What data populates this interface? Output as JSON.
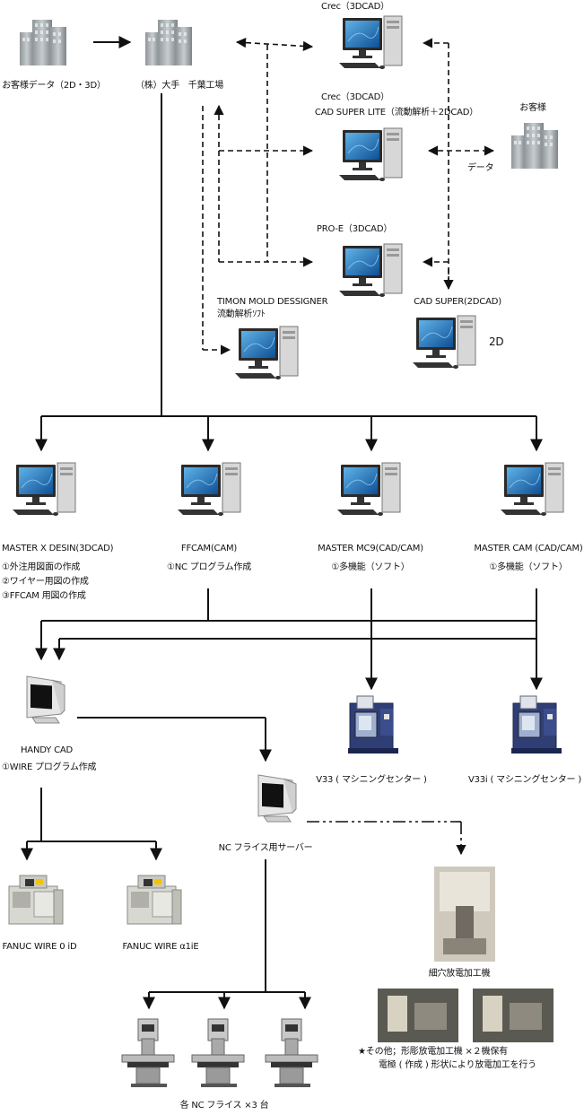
{
  "labels": {
    "customer_data": "お客様データ（2D・3D）",
    "company": "（株）大手　千葉工場",
    "crec_3dcad": "Crec（3DCAD）",
    "crec_3dcad_2": "Crec（3DCAD）",
    "cad_super_lite": "CAD SUPER LITE（流動解析＋2DCAD）",
    "customer": "お客様",
    "data": "データ",
    "pro_e": "PRO-E（3DCAD）",
    "timon": "TIMON MOLD DESSIGNER",
    "timon_sub": "流動解析ｿﾌﾄ",
    "cad_super_2d": "CAD SUPER(2DCAD)",
    "label_2d": "2D",
    "master_x": "MASTER X DESIN(3DCAD)",
    "master_x_1": "①外注用図面の作成",
    "master_x_2": "②ワイヤー用図の作成",
    "master_x_3": "③FFCAM 用図の作成",
    "ffcam": "FFCAM(CAM)",
    "ffcam_1": "①NC プログラム作成",
    "mc9": "MASTER MC9(CAD/CAM)",
    "mc9_1": "①多機能（ソフト）",
    "mastercam": "MASTER CAM (CAD/CAM)",
    "mastercam_1": "①多機能（ソフト）",
    "handy": "HANDY CAD",
    "handy_1": "①WIRE プログラム作成",
    "v33": "V33 ( マシニングセンター )",
    "v33i": "V33i ( マシニングセンター )",
    "nc_server": "NC フライス用サーバー",
    "fanuc1": "FANUC WIRE 0 iD",
    "fanuc2": "FANUC WIRE α1iE",
    "edm_fine": "細穴放電加工機",
    "other1": "★その他；形彫放電加工機 ×２機保有",
    "other2": "電極 ( 作成 ) 形状により放電加工を行う",
    "nc_mill": "各 NC フライス ×3 台"
  },
  "colors": {
    "line": "#111111",
    "screen_blue": "#1f6fb5",
    "tower_gray": "#c9c9c9",
    "building_gray": "#9aa0a4",
    "machine_blue": "#2d3f78"
  }
}
